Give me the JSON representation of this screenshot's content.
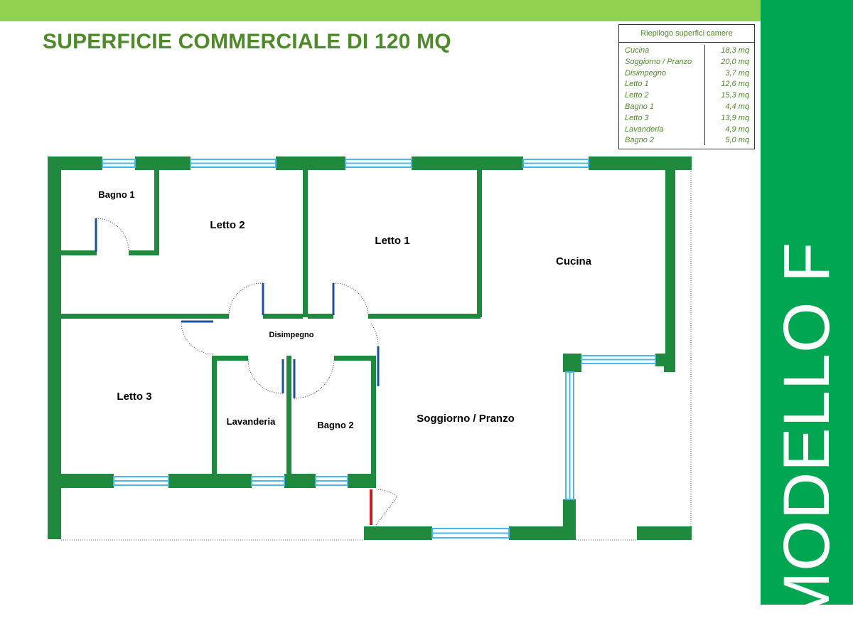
{
  "header": {
    "title": "SUPERFICIE COMMERCIALE DI 120 MQ"
  },
  "side_banner": {
    "text": "MODELLO F"
  },
  "summary": {
    "title": "Riepilogo superfici camere",
    "rows": [
      {
        "name": "Cucina",
        "value": "18,3 mq"
      },
      {
        "name": "Soggiorno / Pranzo",
        "value": "20,0 mq"
      },
      {
        "name": "Disimpegno",
        "value": "3,7 mq"
      },
      {
        "name": "Letto 1",
        "value": "12,6 mq"
      },
      {
        "name": "Letto 2",
        "value": "15,3 mq"
      },
      {
        "name": "Bagno 1",
        "value": "4,4 mq"
      },
      {
        "name": "Letto 3",
        "value": "13,9 mq"
      },
      {
        "name": "Lavanderia",
        "value": "4,9 mq"
      },
      {
        "name": "Bagno 2",
        "value": "5,0 mq"
      }
    ]
  },
  "rooms": {
    "bagno1": "Bagno 1",
    "letto2": "Letto 2",
    "letto1": "Letto 1",
    "cucina": "Cucina",
    "disimpegno": "Disimpegno",
    "letto3": "Letto 3",
    "lavanderia": "Lavanderia",
    "bagno2": "Bagno 2",
    "soggiorno": "Soggiorno / Pranzo"
  },
  "colors": {
    "wall": "#1f8a3e",
    "banner": "#00a651",
    "top_bar": "#92d050",
    "title": "#4f8a2a",
    "summary_text": "#4f8a2a",
    "window": "#49b8e8",
    "door_leaf": "#1f4e9c",
    "entry_door": "#c0202a"
  }
}
